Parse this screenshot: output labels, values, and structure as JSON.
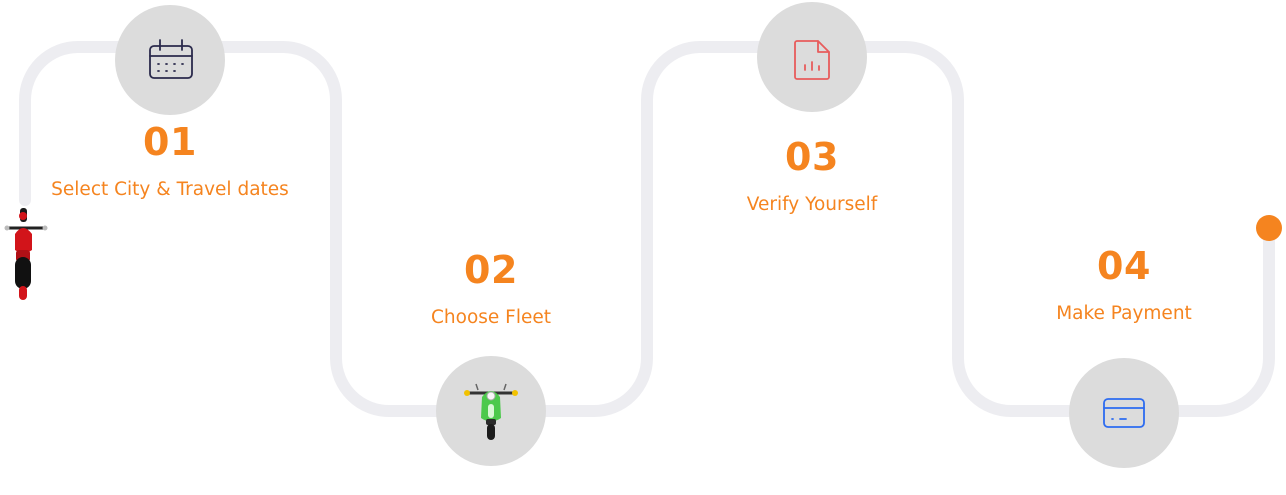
{
  "steps": [
    {
      "number": "01",
      "label": "Select City & Travel dates",
      "icon": "calendar-icon"
    },
    {
      "number": "02",
      "label": "Choose Fleet",
      "icon": "scooter-icon"
    },
    {
      "number": "03",
      "label": "Verify Yourself",
      "icon": "document-chart-icon"
    },
    {
      "number": "04",
      "label": "Make Payment",
      "icon": "credit-card-icon"
    }
  ],
  "colors": {
    "accent": "#f5841f",
    "track": "#ededf1",
    "circle": "#dcdcdc",
    "calendar_icon": "#2b2a4c",
    "document_icon": "#e85c5c",
    "card_icon": "#2d6cf0",
    "scooter_body": "#4cc94b",
    "motorcycle_body": "#d2141a"
  }
}
